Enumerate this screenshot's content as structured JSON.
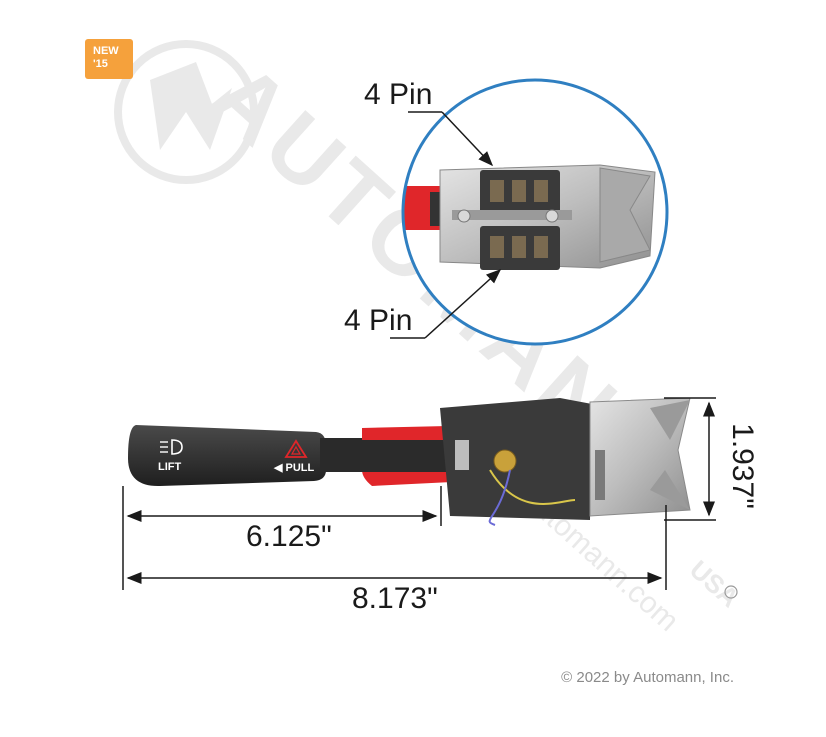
{
  "badge": {
    "line1": "NEW",
    "line2": "'15"
  },
  "callouts": {
    "top_pin": "4 Pin",
    "bottom_pin": "4 Pin"
  },
  "handle": {
    "lift_label": "LIFT",
    "pull_label": "◀ PULL"
  },
  "dimensions": {
    "short_length": "6.125\"",
    "overall_length": "8.173\"",
    "height": "1.937\""
  },
  "watermark": {
    "brand": "AUTOMANN",
    "site": "automann.com",
    "country": "USA"
  },
  "copyright": "© 2022 by Automann, Inc.",
  "colors": {
    "badge": "#f5a13c",
    "circle": "#2f7fc1",
    "handle": "#333333",
    "lever_red": "#e0262a",
    "metal": "#c9c9c9"
  }
}
